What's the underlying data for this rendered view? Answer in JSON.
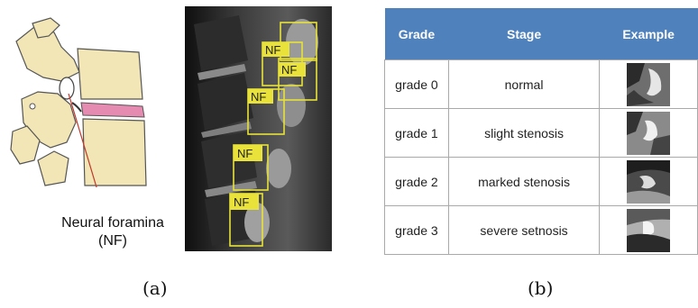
{
  "panel_a": {
    "illustration_label_line1": "Neural foramina",
    "illustration_label_line2": "(NF)",
    "mri_box_tag": "NF",
    "caption": "(a)"
  },
  "panel_b": {
    "headers": {
      "grade": "Grade",
      "stage": "Stage",
      "example": "Example"
    },
    "rows": [
      {
        "grade": "grade 0",
        "stage": "normal"
      },
      {
        "grade": "grade 1",
        "stage": "slight stenosis"
      },
      {
        "grade": "grade 2",
        "stage": "marked stenosis"
      },
      {
        "grade": "grade 3",
        "stage": "severe setnosis"
      }
    ],
    "caption": "(b)"
  },
  "colors": {
    "header_blue": "#4f81bd",
    "bone": "#f2e6b6",
    "disc_pink": "#e58ab0",
    "nf_box_yellow": "#e8e23a"
  }
}
